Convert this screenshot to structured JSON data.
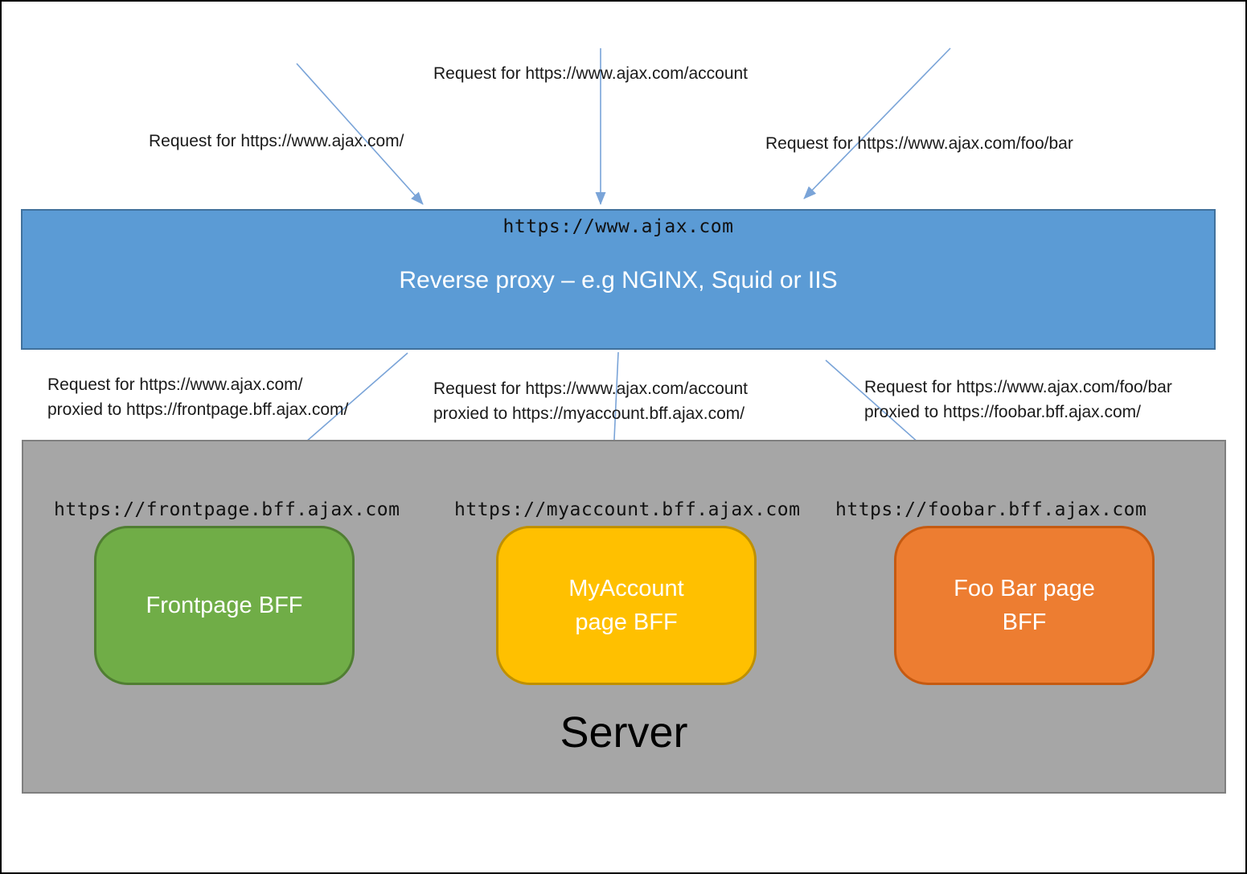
{
  "colors": {
    "proxy_fill": "#5B9BD5",
    "proxy_border": "#41719C",
    "server_fill": "#A6A6A6",
    "server_border": "#7F7F7F",
    "arrow": "#7AA4D8"
  },
  "incoming_requests": [
    {
      "label": "Request for https://www.ajax.com/"
    },
    {
      "label": "Request for https://www.ajax.com/account"
    },
    {
      "label": "Request for https://www.ajax.com/foo/bar"
    }
  ],
  "proxy": {
    "url": "https://www.ajax.com",
    "title": "Reverse proxy – e.g NGINX, Squid or IIS"
  },
  "proxied_requests": [
    {
      "line1": "Request for https://www.ajax.com/",
      "line2": "proxied to https://frontpage.bff.ajax.com/"
    },
    {
      "line1": "Request for https://www.ajax.com/account",
      "line2": "proxied to https://myaccount.bff.ajax.com/"
    },
    {
      "line1": "Request for https://www.ajax.com/foo/bar",
      "line2": "proxied to https://foobar.bff.ajax.com/"
    }
  ],
  "server": {
    "label": "Server",
    "services": [
      {
        "url": "https://frontpage.bff.ajax.com",
        "name": "Frontpage BFF",
        "name_lines": [
          "Frontpage BFF"
        ],
        "fill": "#70AD47",
        "border": "#507E32"
      },
      {
        "url": "https://myaccount.bff.ajax.com",
        "name": "MyAccount page BFF",
        "name_lines": [
          "MyAccount",
          "page BFF"
        ],
        "fill": "#FFC000",
        "border": "#BF9000"
      },
      {
        "url": "https://foobar.bff.ajax.com",
        "name": "Foo Bar page BFF",
        "name_lines": [
          "Foo Bar page",
          "BFF"
        ],
        "fill": "#ED7D31",
        "border": "#C55A11"
      }
    ]
  }
}
